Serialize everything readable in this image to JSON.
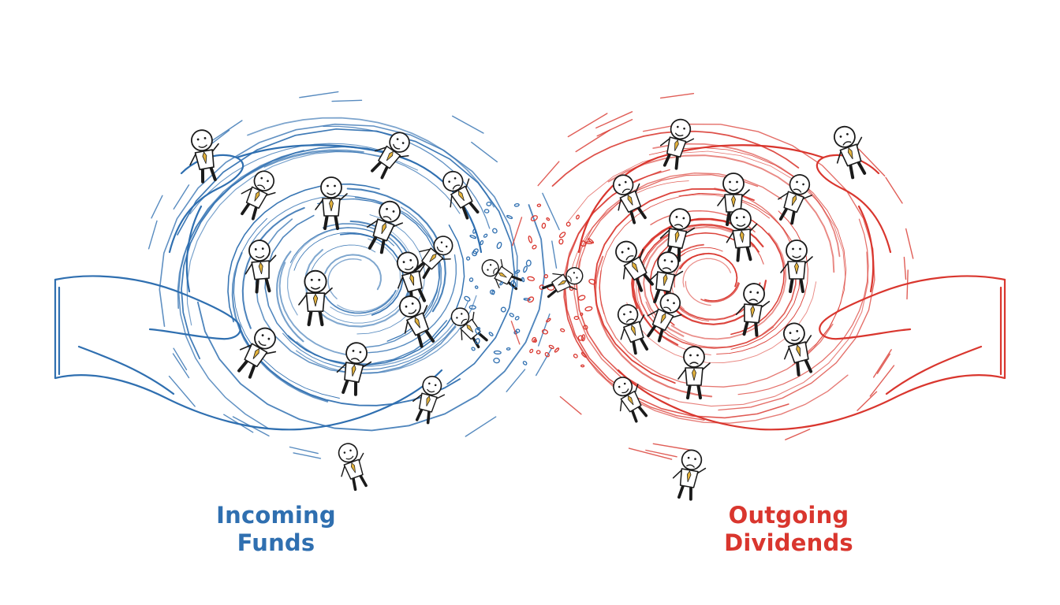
{
  "captions": {
    "left": {
      "line1": "Incoming",
      "line2": "Funds"
    },
    "right": {
      "line1": "Outgoing",
      "line2": "Dividends"
    }
  },
  "colors": {
    "left_accent": "#2f6fb0",
    "right_accent": "#d9362e",
    "ink": "#1a1a1a",
    "tie": "#e3b23c"
  },
  "icons": {
    "left_hands": "cupped-hands-icon",
    "right_hands": "cupped-hands-icon",
    "people": "stick-businessperson-icon"
  }
}
